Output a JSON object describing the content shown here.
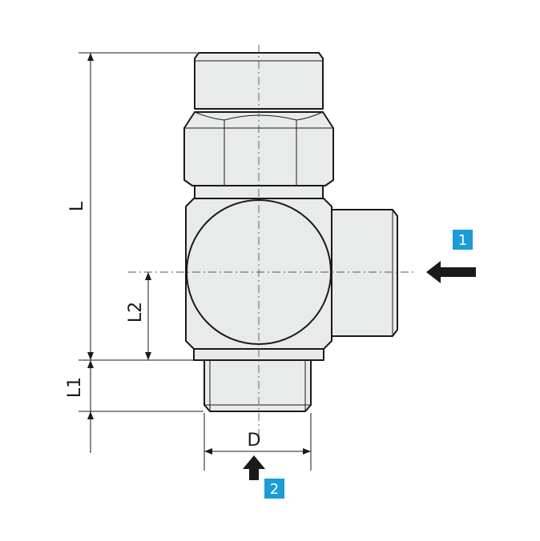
{
  "dimensions": {
    "L": "L",
    "L1": "L1",
    "L2": "L2",
    "D": "D"
  },
  "ports": {
    "inlet": "1",
    "outlet": "2"
  },
  "colors": {
    "badge": "#1a9cd8",
    "body_fill": "#e9ebeb",
    "line": "#1a1a1a",
    "arrow": "#1a1a1a"
  },
  "icons": {
    "flow_in_arrow": "arrow-left-icon",
    "flow_out_arrow": "arrow-up-icon"
  }
}
